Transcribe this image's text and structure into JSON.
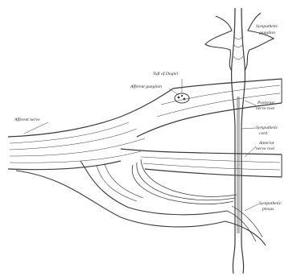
{
  "labels": {
    "sympathetic_ganglion": [
      "Sympathetic",
      "ganglion"
    ],
    "tuft_of_dogiel": "Tuft of Dogiel",
    "afferent_ganglion": "Afferent ganglion",
    "afferent_nerve": "Afferent nerve",
    "posterior_nerve_root": [
      "Posterior",
      "nerve root"
    ],
    "sympathetic_cord": [
      "Sympathetic",
      "cord"
    ],
    "anterior_nerve_root": [
      "Anterior",
      "nerve root"
    ],
    "sympathetic_plexus": [
      "Sympathetic",
      "plexus"
    ]
  },
  "colors": {
    "ink": "#3a3a3a",
    "text": "#2a2a2a",
    "background": "#ffffff"
  }
}
